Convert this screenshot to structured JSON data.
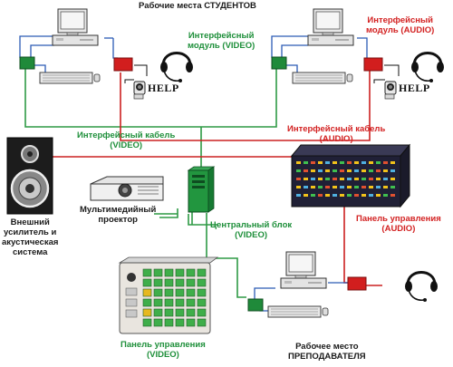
{
  "labels": {
    "student_workplaces": "Рабочие места СТУДЕНТОВ",
    "video_module": [
      "Интерфейсный",
      "модуль (VIDEO)"
    ],
    "audio_module": [
      "Интерфейсный",
      "модуль (AUDIO)"
    ],
    "help_left": "HELP",
    "help_right": "HELP",
    "video_cable": [
      "Интерфейсный кабель",
      "(VIDEO)"
    ],
    "audio_cable": [
      "Интерфейсный кабель",
      "(AUDIO)"
    ],
    "speaker_system": [
      "Внешний",
      "усилитель и",
      "акустическая",
      "система"
    ],
    "projector": [
      "Мультимедийный",
      "проектор"
    ],
    "central_unit": [
      "Центральный блок",
      "(VIDEO)"
    ],
    "audio_panel": [
      "Панель управления",
      "(AUDIO)"
    ],
    "video_panel": [
      "Панель управления",
      "(VIDEO)"
    ],
    "teacher_workplace": [
      "Рабочее место",
      "ПРЕПОДАВАТЕЛЯ"
    ]
  },
  "colors": {
    "video_line": "#2e9a45",
    "audio_line": "#cc2020",
    "data_line": "#2b5bb5",
    "module_green": "#1f8a3a",
    "module_red": "#d21e1e"
  },
  "icons": {
    "computer": "desktop-computer-icon",
    "headset": "headset-icon",
    "help_button": "help-button-icon",
    "speaker": "speaker-icon",
    "projector": "projector-icon",
    "central_unit": "central-unit-icon",
    "mixer": "audio-mixer-icon",
    "video_panel": "video-control-panel-icon"
  }
}
